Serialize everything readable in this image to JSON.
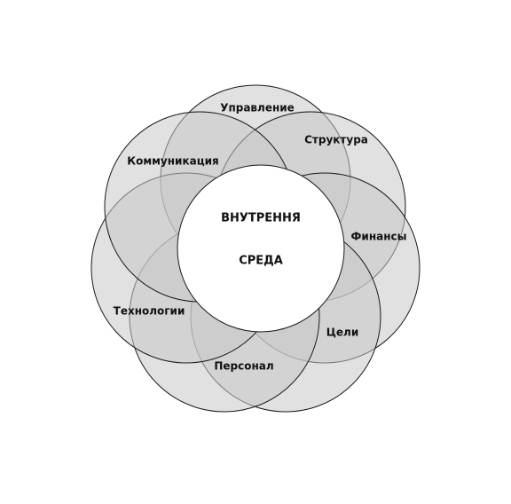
{
  "diagram": {
    "center": {
      "line1": "ВНУТРЕННЯ",
      "line2": "СРЕДА"
    },
    "segments": [
      {
        "label": "Управление"
      },
      {
        "label": "Структура"
      },
      {
        "label": "Финансы"
      },
      {
        "label": "Цели"
      },
      {
        "label": "Персонал"
      },
      {
        "label": "Технологии"
      },
      {
        "label": "Коммуникация"
      }
    ]
  }
}
